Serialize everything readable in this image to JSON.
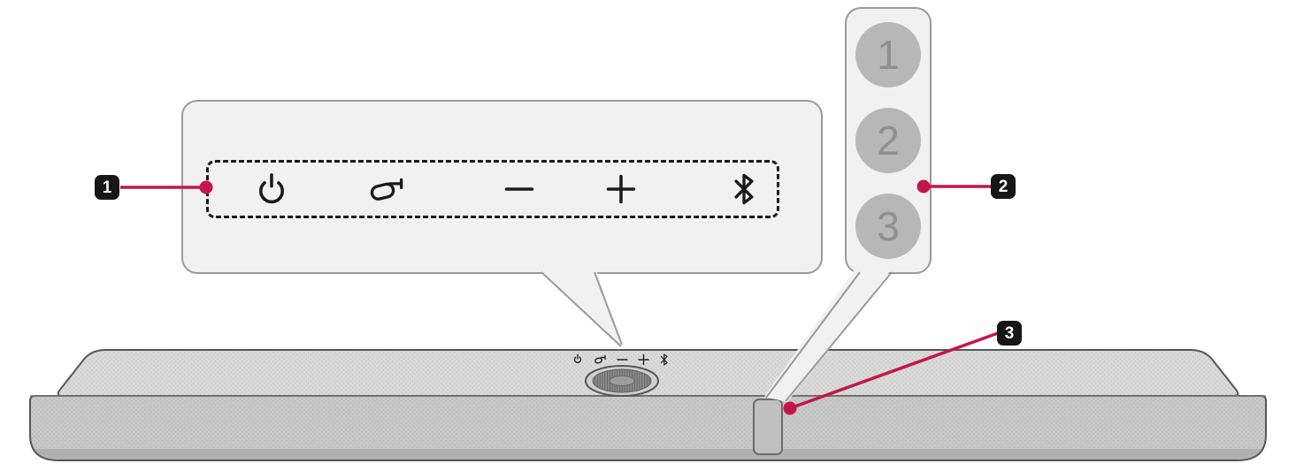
{
  "colors": {
    "accent": "#c4164c"
  },
  "badges": [
    {
      "label": "1"
    },
    {
      "label": "2"
    },
    {
      "label": "3"
    }
  ],
  "indicators": [
    {
      "label": "1"
    },
    {
      "label": "2"
    },
    {
      "label": "3"
    }
  ],
  "controls": {
    "icons": [
      {
        "name": "power-icon"
      },
      {
        "name": "function-icon"
      },
      {
        "name": "volume-down-icon"
      },
      {
        "name": "volume-up-icon"
      },
      {
        "name": "bluetooth-icon"
      }
    ]
  }
}
